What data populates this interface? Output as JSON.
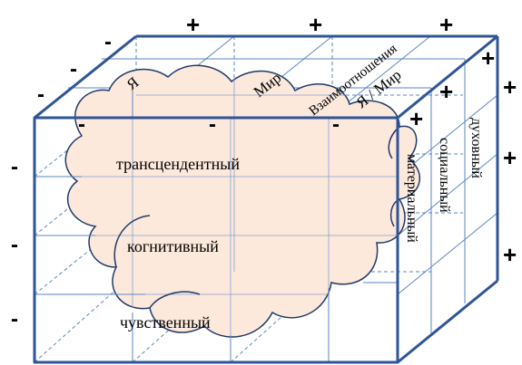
{
  "labels": {
    "ya": "Я",
    "mir": "Мир",
    "vzaimo": "Взаимоотношения",
    "ya_mir": "Я / Мир",
    "transcendent": "трансцендентный",
    "cognitive": "когнитивный",
    "sensory": "чувственный",
    "material": "материальный",
    "social": "социальный",
    "spiritual": "духовный"
  },
  "signs": {
    "plus": "+",
    "minus": "-"
  },
  "colors": {
    "edge": "#2f5597",
    "grid": "#5b86c5",
    "cloud_fill": "#fde9dc",
    "cloud_stroke": "#1f3a6a"
  }
}
